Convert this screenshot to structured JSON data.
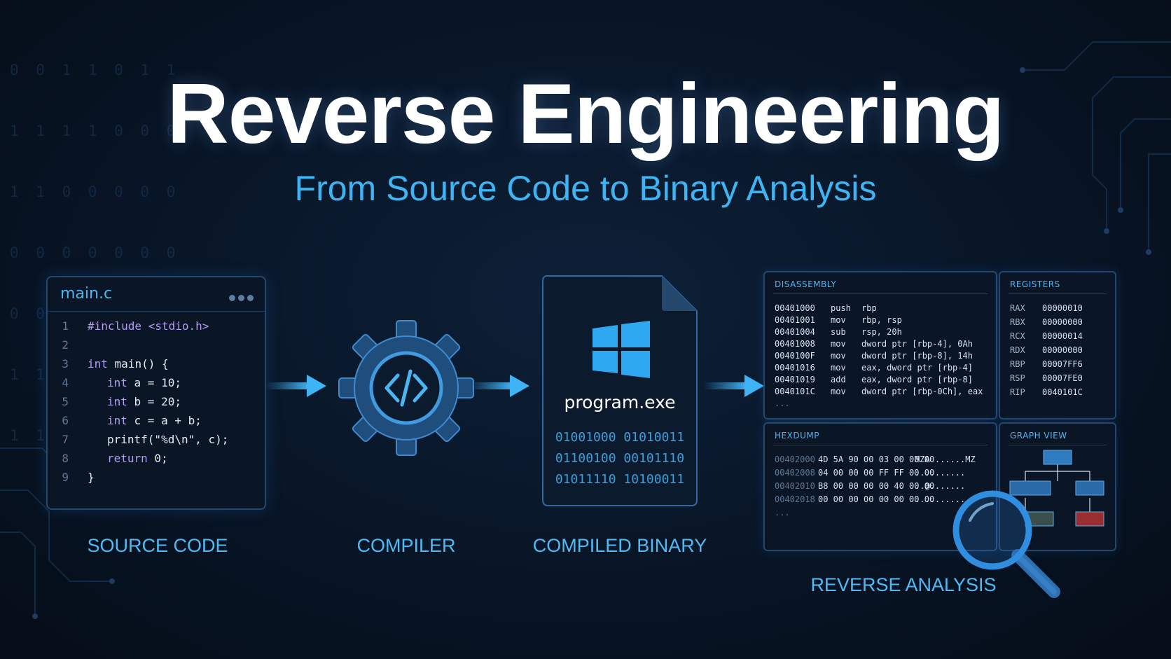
{
  "background_binary": [
    "0 0 1 1 0 1 1",
    "1 1 1 1 0 0 0",
    "1 1 0 0 0 0 0",
    "0 0 0 0 0 0 0",
    "0 0 0 0 0 0 0",
    "1 1 0 0 0 0 0",
    "1 1 1 0 0 0 0"
  ],
  "title": "Reverse Engineering",
  "subtitle": "From Source Code to Binary Analysis",
  "colors": {
    "accent": "#3fb4f4",
    "background": "#081526",
    "panel_border": "#24476d",
    "keyword": "#b49cf2"
  },
  "source": {
    "filename": "main.c",
    "lines": [
      {
        "n": "1",
        "indent": 0,
        "kw": "",
        "text": "#include <stdio.h>",
        "text_is_kw": true
      },
      {
        "n": "2",
        "indent": 0,
        "kw": "",
        "text": ""
      },
      {
        "n": "3",
        "indent": 0,
        "kw": "int",
        "text": " main() {"
      },
      {
        "n": "4",
        "indent": 1,
        "kw": "int",
        "text": " a = 10;"
      },
      {
        "n": "5",
        "indent": 1,
        "kw": "int",
        "text": " b = 20;"
      },
      {
        "n": "6",
        "indent": 1,
        "kw": "int",
        "text": " c = a + b;"
      },
      {
        "n": "7",
        "indent": 1,
        "kw": "",
        "text": "printf(\"%d\\n\", c);"
      },
      {
        "n": "8",
        "indent": 1,
        "kw": "return",
        "text": " 0;"
      },
      {
        "n": "9",
        "indent": 0,
        "kw": "",
        "text": "}"
      }
    ]
  },
  "stages": {
    "source": "SOURCE CODE",
    "compiler": "COMPILER",
    "binary": "COMPILED BINARY",
    "analysis": "REVERSE ANALYSIS"
  },
  "icons": {
    "compiler": "gear-code-icon",
    "binary_file": "file-icon",
    "os_logo": "windows-logo-icon",
    "analysis": "magnifier-icon",
    "flow": "arrow-right-icon"
  },
  "binary_file": {
    "name": "program.exe",
    "bits": [
      "01001000 01010011",
      "01100100 00101110",
      "01011110 10100011"
    ]
  },
  "disassembly": {
    "title": "DISASSEMBLY",
    "rows": [
      {
        "addr": "00401000",
        "op": "push",
        "args": "rbp"
      },
      {
        "addr": "00401001",
        "op": "mov",
        "args": "rbp, rsp"
      },
      {
        "addr": "00401004",
        "op": "sub",
        "args": "rsp, 20h"
      },
      {
        "addr": "00401008",
        "op": "mov",
        "args": "dword ptr [rbp-4], 0Ah"
      },
      {
        "addr": "0040100F",
        "op": "mov",
        "args": "dword ptr [rbp-8], 14h"
      },
      {
        "addr": "00401016",
        "op": "mov",
        "args": "eax, dword ptr [rbp-4]"
      },
      {
        "addr": "00401019",
        "op": "add",
        "args": "eax, dword ptr [rbp-8]"
      },
      {
        "addr": "0040101C",
        "op": "mov",
        "args": "dword ptr [rbp-0Ch], eax"
      }
    ],
    "ellipsis": "..."
  },
  "registers": {
    "title": "REGISTERS",
    "rows": [
      {
        "name": "RAX",
        "value": "00000010"
      },
      {
        "name": "RBX",
        "value": "00000000"
      },
      {
        "name": "RCX",
        "value": "00000014"
      },
      {
        "name": "RDX",
        "value": "00000000"
      },
      {
        "name": "RBP",
        "value": "00007FF6"
      },
      {
        "name": "RSP",
        "value": "00007FE0"
      },
      {
        "name": "RIP",
        "value": "0040101C"
      }
    ]
  },
  "hexdump": {
    "title": "HEXDUMP",
    "rows": [
      {
        "addr": "00402000",
        "bytes": "4D 5A 90 00 03 00 00 00",
        "ascii": "MZA ......MZ"
      },
      {
        "addr": "00402008",
        "bytes": "04 00 00 00 FF FF 00 00",
        "ascii": ".........."
      },
      {
        "addr": "00402010",
        "bytes": "B8 00 00 00 00 40 00 00",
        "ascii": "..@......."
      },
      {
        "addr": "00402018",
        "bytes": "00 00 00 00 00 00 00 00",
        "ascii": ".........."
      }
    ],
    "ellipsis": "..."
  },
  "graph_view": {
    "title": "GRAPH VIEW",
    "node_colors": [
      "#2f7bc0",
      "#2a6aa8",
      "#2a6aa8",
      "#3b4f4a",
      "#9a2e2e"
    ]
  }
}
